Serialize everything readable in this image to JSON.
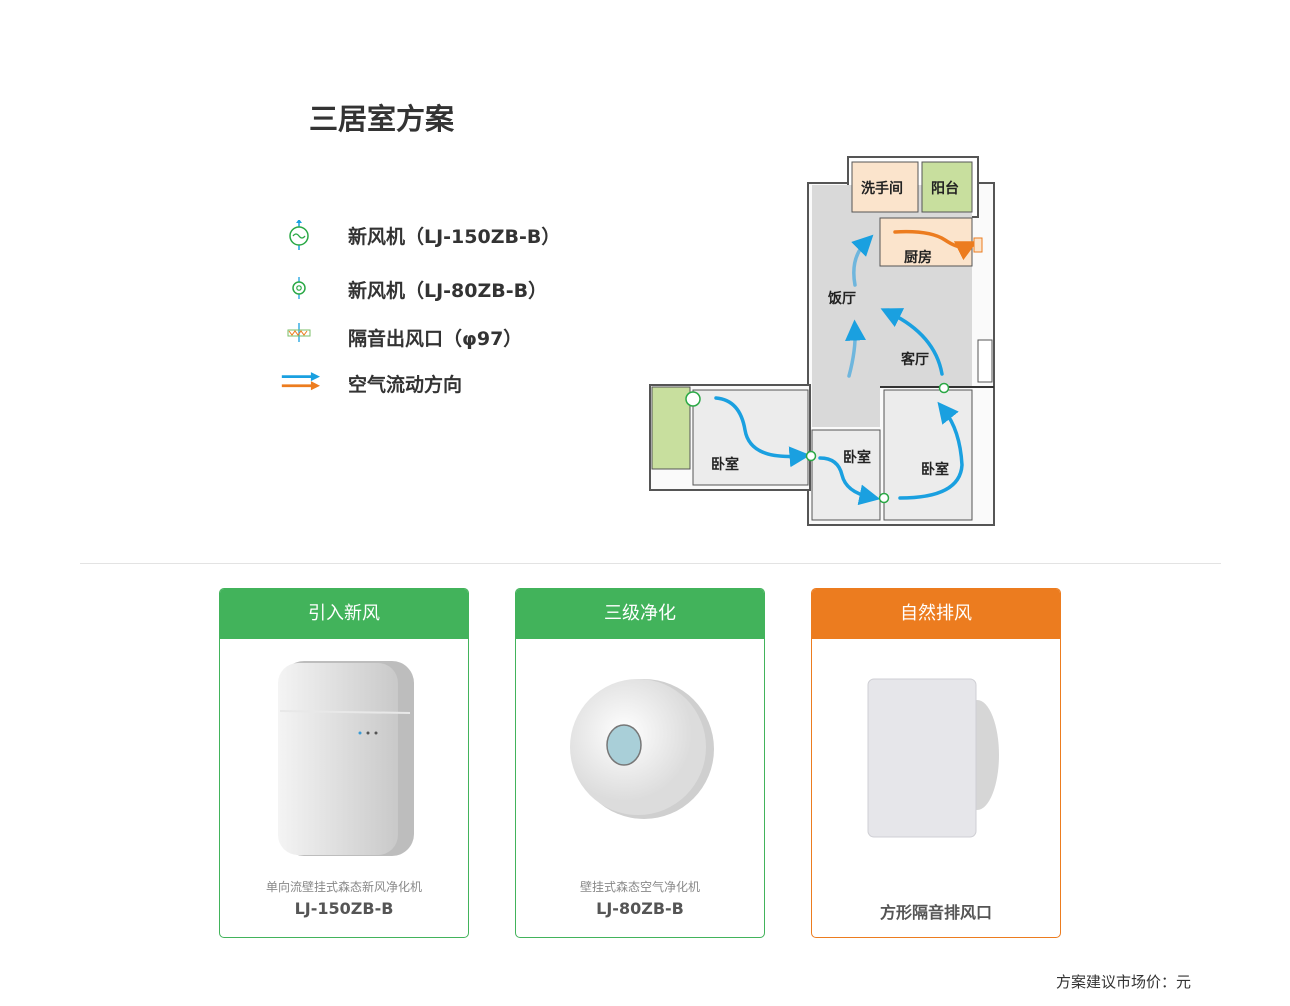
{
  "title": "三居室方案",
  "legend": [
    {
      "icon": "fresh-air-unit-large-icon",
      "label": "新风机（LJ-150ZB-B）"
    },
    {
      "icon": "fresh-air-unit-small-icon",
      "label": "新风机（LJ-80ZB-B）"
    },
    {
      "icon": "silent-vent-icon",
      "label": "隔音出风口（φ97）"
    },
    {
      "icon": "airflow-arrows-icon",
      "label": "空气流动方向"
    }
  ],
  "floorplan": {
    "rooms": {
      "washroom": "洗手间",
      "balcony": "阳台",
      "kitchen": "厨房",
      "dining": "饭厅",
      "living": "客厅",
      "bedroom_left": "卧室",
      "bedroom_middle": "卧室",
      "bedroom_right": "卧室"
    }
  },
  "colors": {
    "green": "#42b35b",
    "orange": "#ec7c1f",
    "blue": "#1aa0e0"
  },
  "cards": [
    {
      "header": "引入新风",
      "subtitle": "单向流壁挂式森态新风净化机",
      "model": "LJ-150ZB-B"
    },
    {
      "header": "三级净化",
      "subtitle": "壁挂式森态空气净化机",
      "model": "LJ-80ZB-B"
    },
    {
      "header": "自然排风",
      "subtitle": "",
      "model": "方形隔音排风口"
    }
  ],
  "price_label": "方案建议市场价：元"
}
